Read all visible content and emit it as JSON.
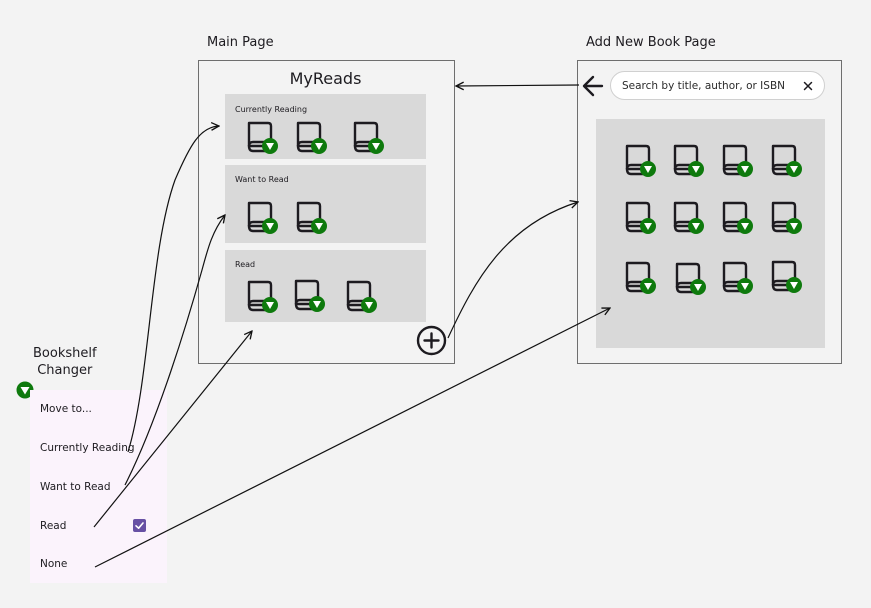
{
  "captions": {
    "main_page": "Main Page",
    "add_page": "Add New Book Page",
    "changer": "Bookshelf\nChanger"
  },
  "main": {
    "title": "MyReads",
    "shelves": [
      {
        "label": "Currently Reading",
        "books": 3
      },
      {
        "label": "Want to Read",
        "books": 2
      },
      {
        "label": "Read",
        "books": 3
      }
    ],
    "add_icon": "plus-circle-icon"
  },
  "search": {
    "placeholder": "Search by title, author, or ISBN",
    "back_icon": "arrow-left-icon",
    "clear_icon": "close-icon",
    "results": 12
  },
  "menu": {
    "title": "Move to...",
    "items": [
      "Currently Reading",
      "Want to Read",
      "Read",
      "None"
    ],
    "checked": "Read"
  },
  "colors": {
    "changer_badge": "#0e7a0d",
    "checkbox": "#6750a4",
    "shelf_bg": "#d9d9d9",
    "menu_bg": "#fbf3fc"
  }
}
